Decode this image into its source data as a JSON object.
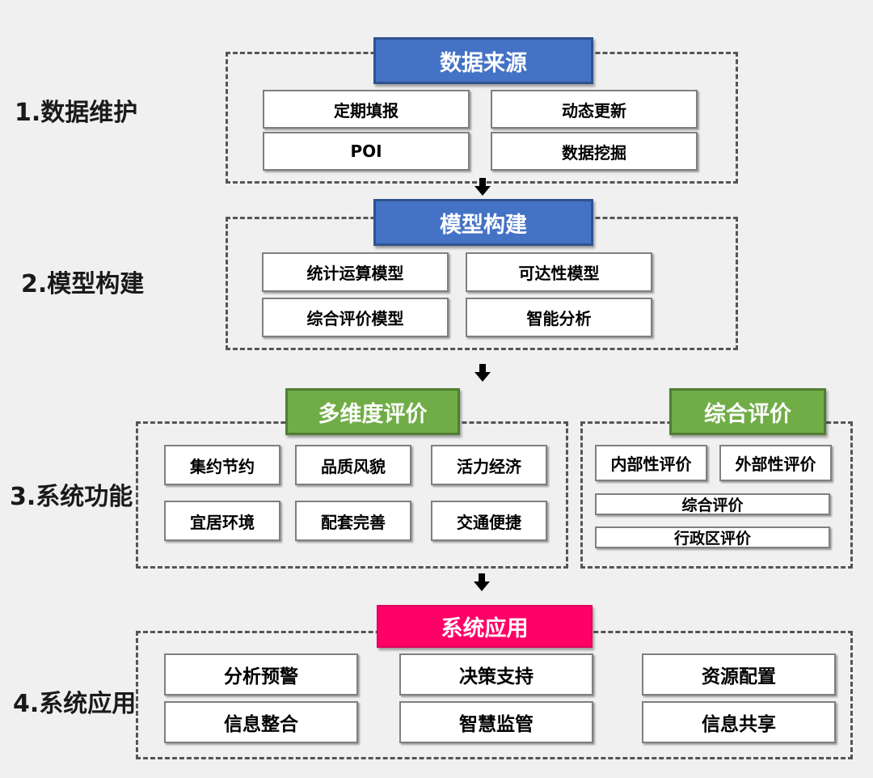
{
  "sections": {
    "s1": {
      "label": "1.数据维护",
      "title": "数据来源",
      "items": [
        "定期填报",
        "动态更新",
        "POI",
        "数据挖掘"
      ]
    },
    "s2": {
      "label": "2.模型构建",
      "title": "模型构建",
      "items": [
        "统计运算模型",
        "可达性模型",
        "综合评价模型",
        "智能分析"
      ]
    },
    "s3": {
      "label": "3.系统功能",
      "left_title": "多维度评价",
      "left_items": [
        "集约节约",
        "品质风貌",
        "活力经济",
        "宜居环境",
        "配套完善",
        "交通便捷"
      ],
      "right_title": "综合评价",
      "right_items": [
        "内部性评价",
        "外部性评价",
        "综合评价",
        "行政区评价"
      ]
    },
    "s4": {
      "label": "4.系统应用",
      "title": "系统应用",
      "items": [
        "分析预警",
        "决策支持",
        "资源配置",
        "信息整合",
        "智慧监管",
        "信息共享"
      ]
    }
  },
  "colors": {
    "blue": "#4472c4",
    "green": "#70ad47",
    "pink": "#ff0066",
    "background": "#f0f0f0"
  },
  "icons": [
    "arrow-down-icon"
  ]
}
